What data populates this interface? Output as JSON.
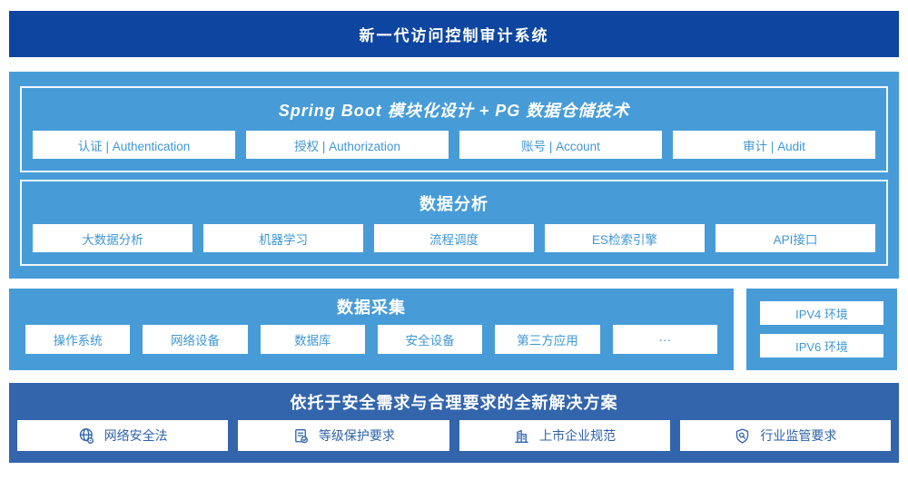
{
  "banner": {
    "title": "新一代访问控制审计系统"
  },
  "platform": {
    "modules_panel": {
      "title": "Spring Boot 模块化设计 + PG 数据仓储技术",
      "items": [
        {
          "label": "认证 | Authentication"
        },
        {
          "label": "授权 | Authorization"
        },
        {
          "label": "账号 | Account"
        },
        {
          "label": "审计 | Audit"
        }
      ]
    },
    "analysis_panel": {
      "title": "数据分析",
      "items": [
        {
          "label": "大数据分析"
        },
        {
          "label": "机器学习"
        },
        {
          "label": "流程调度"
        },
        {
          "label": "ES检索引擎"
        },
        {
          "label": "API接口"
        }
      ]
    }
  },
  "collection": {
    "title": "数据采集",
    "items": [
      {
        "label": "操作系统"
      },
      {
        "label": "网络设备"
      },
      {
        "label": "数据库"
      },
      {
        "label": "安全设备"
      },
      {
        "label": "第三方应用"
      },
      {
        "label": "···"
      }
    ]
  },
  "environments": {
    "items": [
      {
        "label": "IPV4 环境"
      },
      {
        "label": "IPV6 环境"
      }
    ]
  },
  "solution": {
    "title": "依托于安全需求与合理要求的全新解决方案",
    "items": [
      {
        "icon": "globe-icon",
        "label": "网络安全法"
      },
      {
        "icon": "document-check-icon",
        "label": "等级保护要求"
      },
      {
        "icon": "building-icon",
        "label": "上市企业规范"
      },
      {
        "icon": "shield-search-icon",
        "label": "行业监管要求"
      }
    ]
  },
  "colors": {
    "banner-bg": "#0d45a0",
    "layer-bg": "#479cd8",
    "solution-bg": "#3365ad",
    "box-text": "#3f97d5",
    "solution-text": "#2e62ab"
  }
}
